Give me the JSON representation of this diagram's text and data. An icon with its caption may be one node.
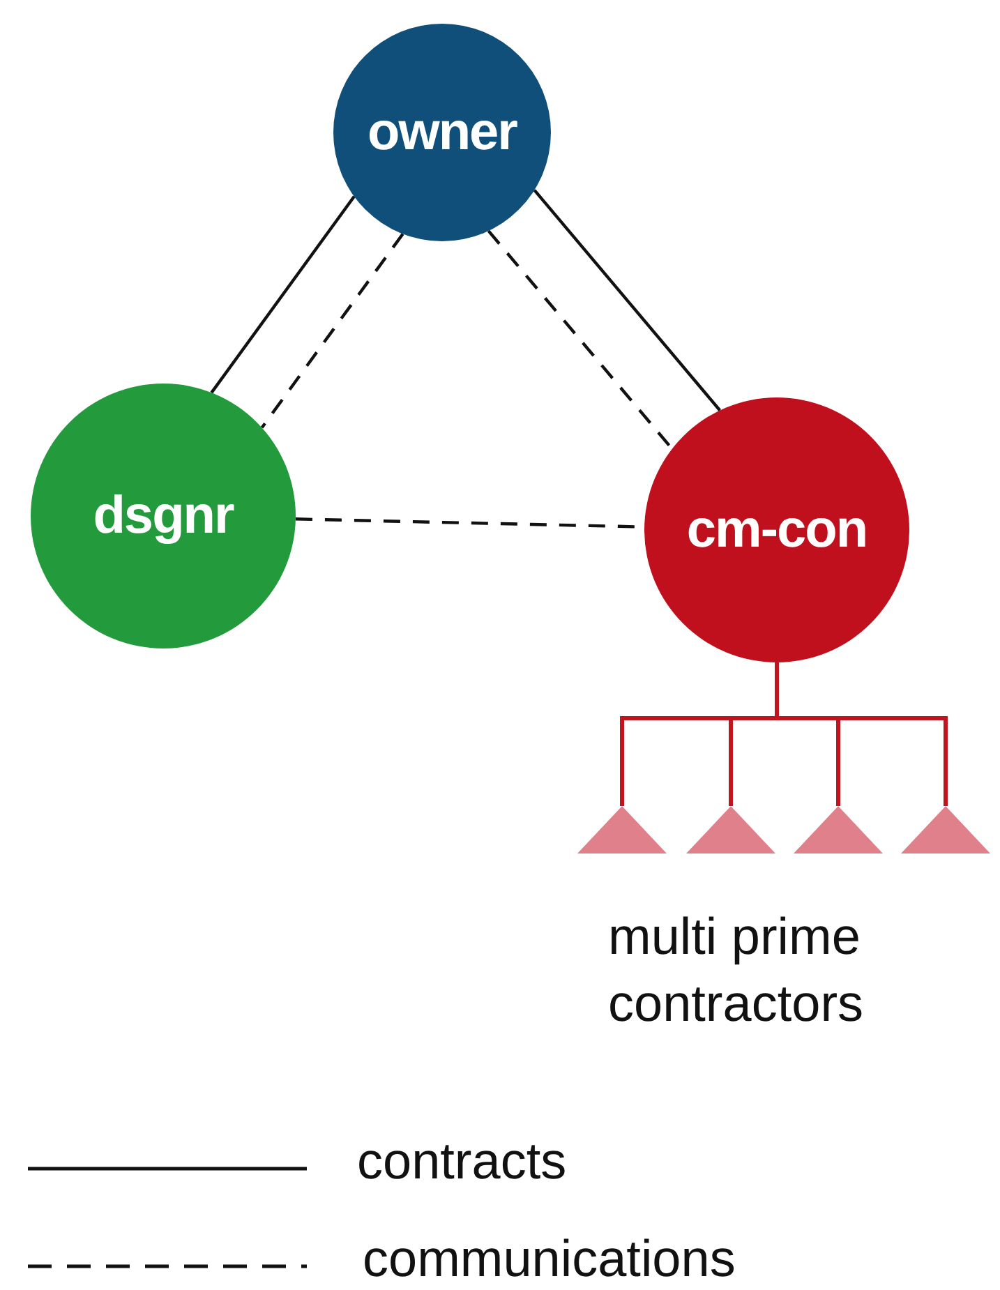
{
  "diagram": {
    "nodes": [
      {
        "text": [
          "owner"
        ]
      },
      {
        "text": [
          "dsgnr"
        ]
      },
      {
        "text": [
          "cm-con"
        ]
      },
      {
        "text": [],
        "shape": "triangle"
      },
      {
        "text": [],
        "shape": "triangle"
      },
      {
        "text": [],
        "shape": "triangle"
      },
      {
        "text": [],
        "shape": "triangle"
      }
    ],
    "edges": [
      {
        "from": 0,
        "to": 1,
        "arrow": "none"
      },
      {
        "from": 0,
        "to": 1,
        "arrow": "none",
        "style": "dashed"
      },
      {
        "from": 0,
        "to": 2,
        "arrow": "none"
      },
      {
        "from": 0,
        "to": 2,
        "arrow": "none",
        "style": "dashed"
      },
      {
        "from": 1,
        "to": 2,
        "arrow": "none",
        "style": "dashed"
      },
      {
        "from": 2,
        "to": 3,
        "arrow": "none",
        "color": "#c0141e"
      },
      {
        "from": 2,
        "to": 4,
        "arrow": "none",
        "color": "#c0141e"
      },
      {
        "from": 2,
        "to": 5,
        "arrow": "none",
        "color": "#c0141e"
      },
      {
        "from": 2,
        "to": 6,
        "arrow": "none",
        "color": "#c0141e"
      }
    ],
    "labels": [
      "multi prime contractors"
    ],
    "legend": [
      {
        "text": "contracts"
      },
      {
        "text": "communications"
      }
    ]
  }
}
